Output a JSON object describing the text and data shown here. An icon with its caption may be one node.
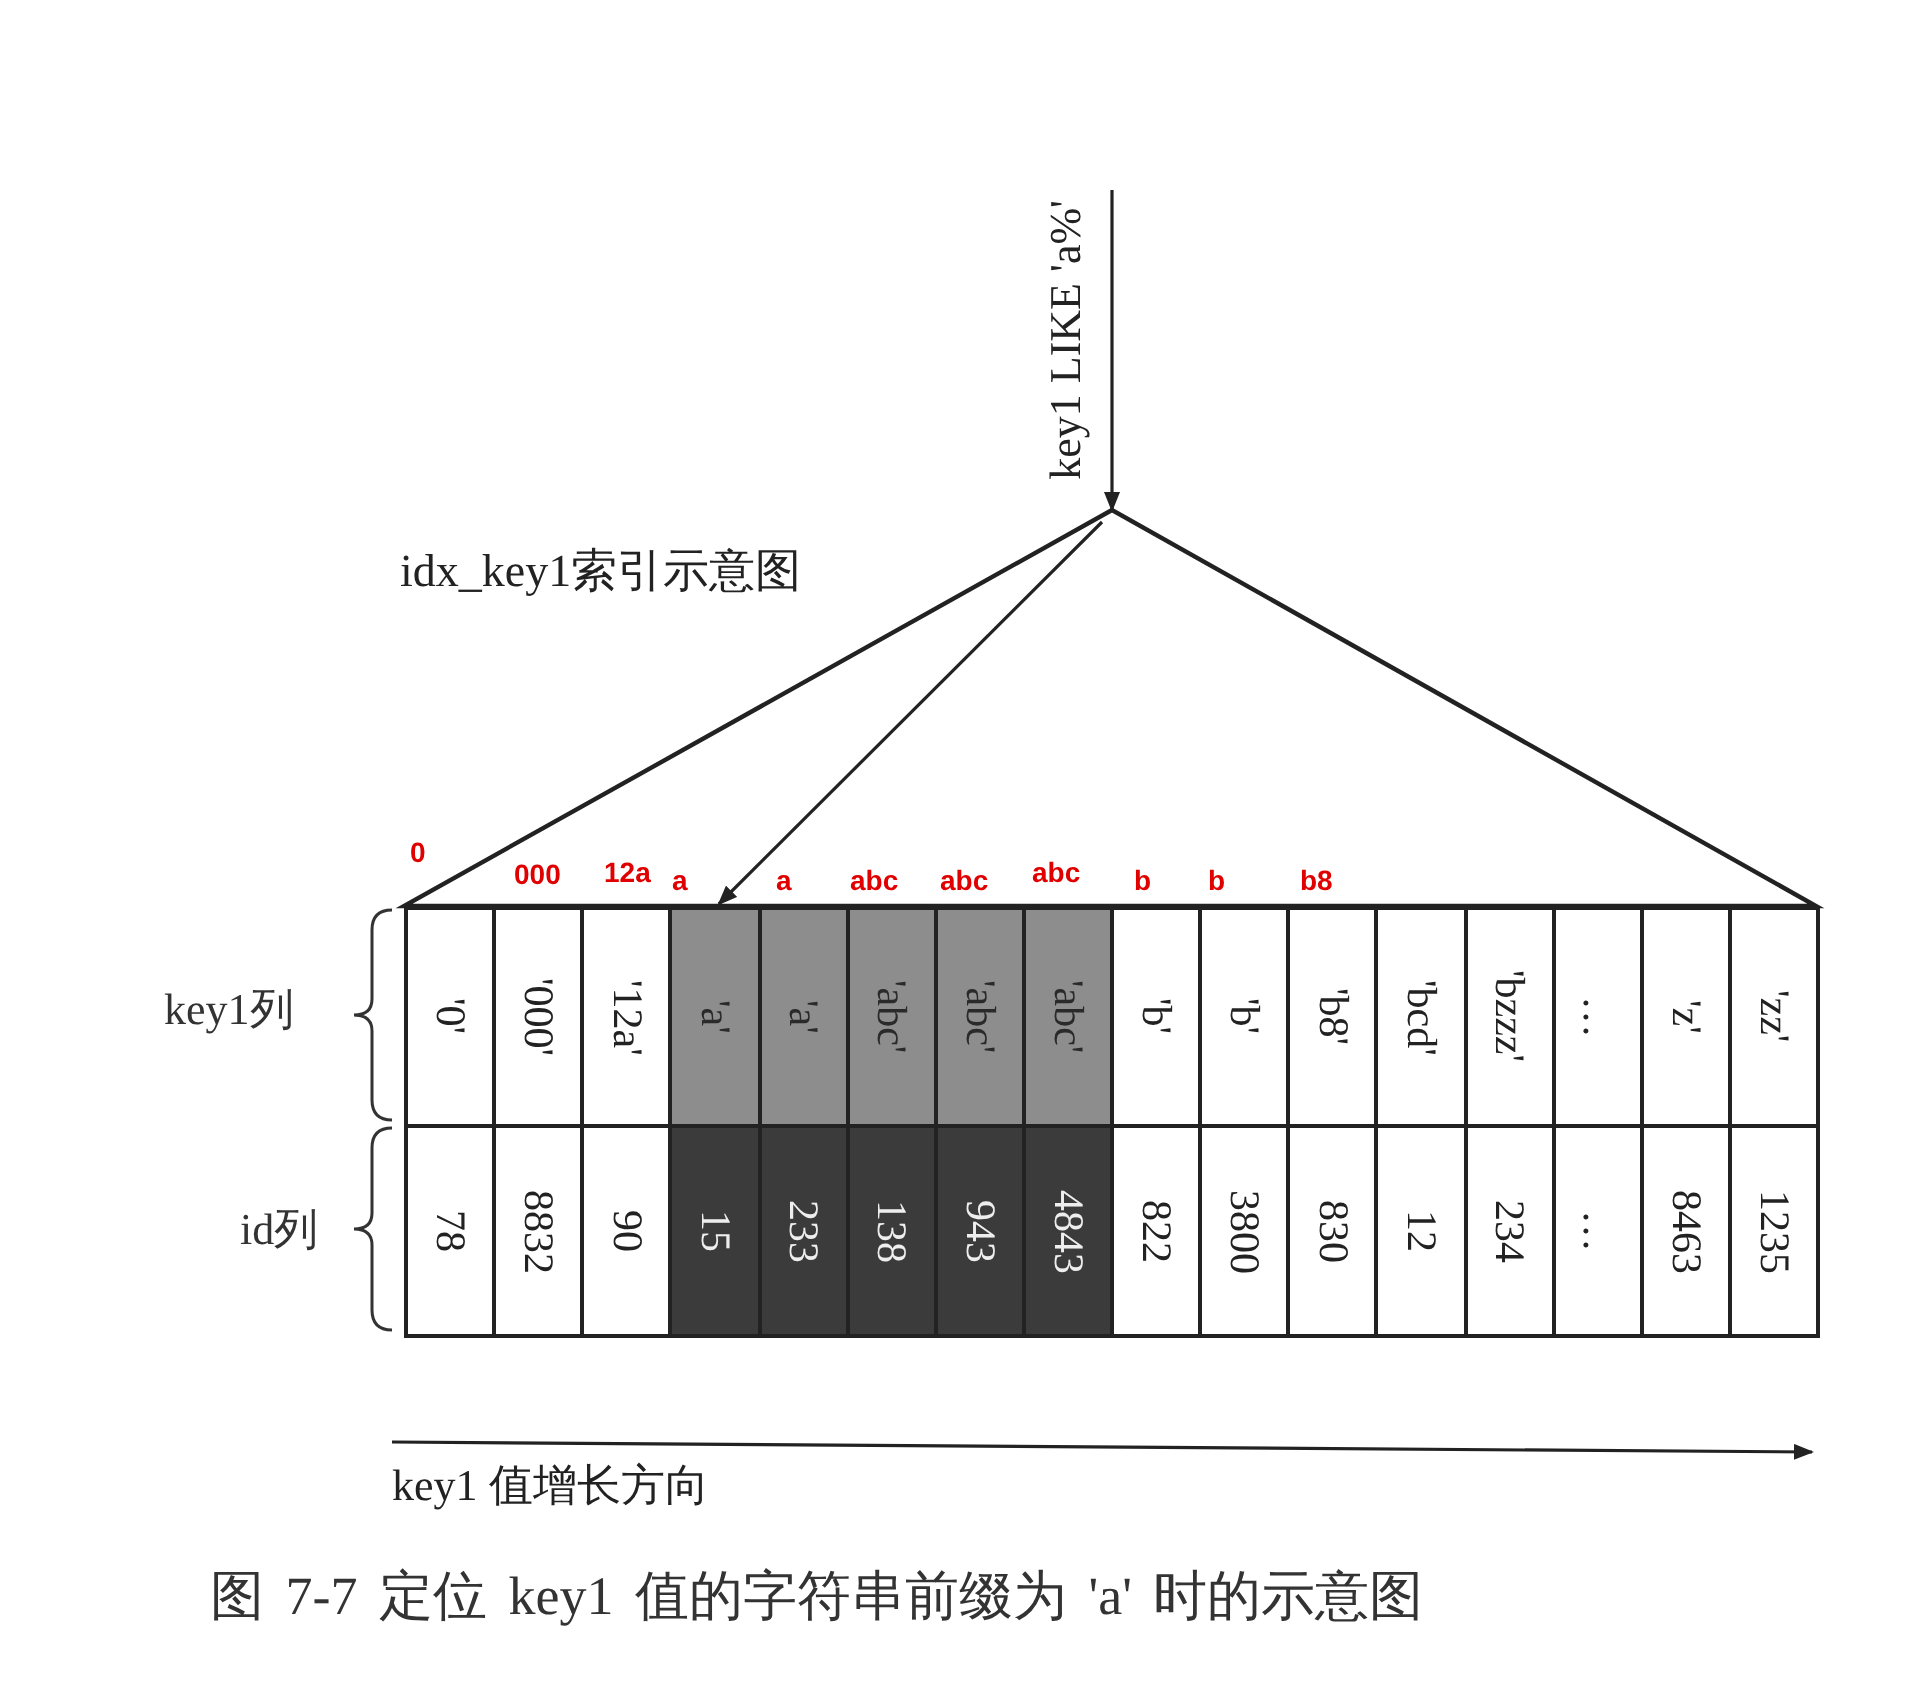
{
  "diagram": {
    "caption": "图 7-7 定位 key1 值的字符串前缀为 'a' 时的示意图",
    "nodes": [
      {
        "text": [
          "idx_key1索引示意图"
        ]
      },
      {
        "text": [
          "'0'"
        ]
      },
      {
        "text": [
          "'000'"
        ]
      },
      {
        "text": [
          "'12a'"
        ]
      },
      {
        "text": [
          "'a'"
        ]
      },
      {
        "text": [
          "'a'"
        ]
      },
      {
        "text": [
          "'abc'"
        ]
      },
      {
        "text": [
          "'abc'"
        ]
      },
      {
        "text": [
          "'abc'"
        ]
      },
      {
        "text": [
          "'b'"
        ]
      },
      {
        "text": [
          "'b'"
        ]
      },
      {
        "text": [
          "'b8'"
        ]
      },
      {
        "text": [
          "'bcd'"
        ]
      },
      {
        "text": [
          "'bzzz'"
        ]
      },
      {
        "text": [
          "…"
        ]
      },
      {
        "text": [
          "'z'"
        ]
      },
      {
        "text": [
          "'zz'"
        ]
      },
      {
        "text": [
          "78"
        ]
      },
      {
        "text": [
          "8832"
        ]
      },
      {
        "text": [
          "90"
        ]
      },
      {
        "text": [
          "15"
        ]
      },
      {
        "text": [
          "233"
        ]
      },
      {
        "text": [
          "138"
        ]
      },
      {
        "text": [
          "943"
        ]
      },
      {
        "text": [
          "4843"
        ]
      },
      {
        "text": [
          "822"
        ]
      },
      {
        "text": [
          "3800"
        ]
      },
      {
        "text": [
          "830"
        ]
      },
      {
        "text": [
          "12"
        ]
      },
      {
        "text": [
          "234"
        ]
      },
      {
        "text": [
          "…"
        ]
      },
      {
        "text": [
          "8463"
        ]
      },
      {
        "text": [
          "1235"
        ]
      }
    ],
    "edges": [
      {
        "from": null,
        "to": 0,
        "arrow": "to",
        "label": "key1 LIKE 'a%'"
      },
      {
        "from": 0,
        "to": 4,
        "arrow": "to"
      }
    ],
    "labels": [
      "0",
      "000",
      "12a",
      "a",
      "a",
      "abc",
      "abc",
      "abc",
      "b",
      "b",
      "b8",
      "key1列",
      "id列",
      "key1 值增长方向"
    ]
  }
}
